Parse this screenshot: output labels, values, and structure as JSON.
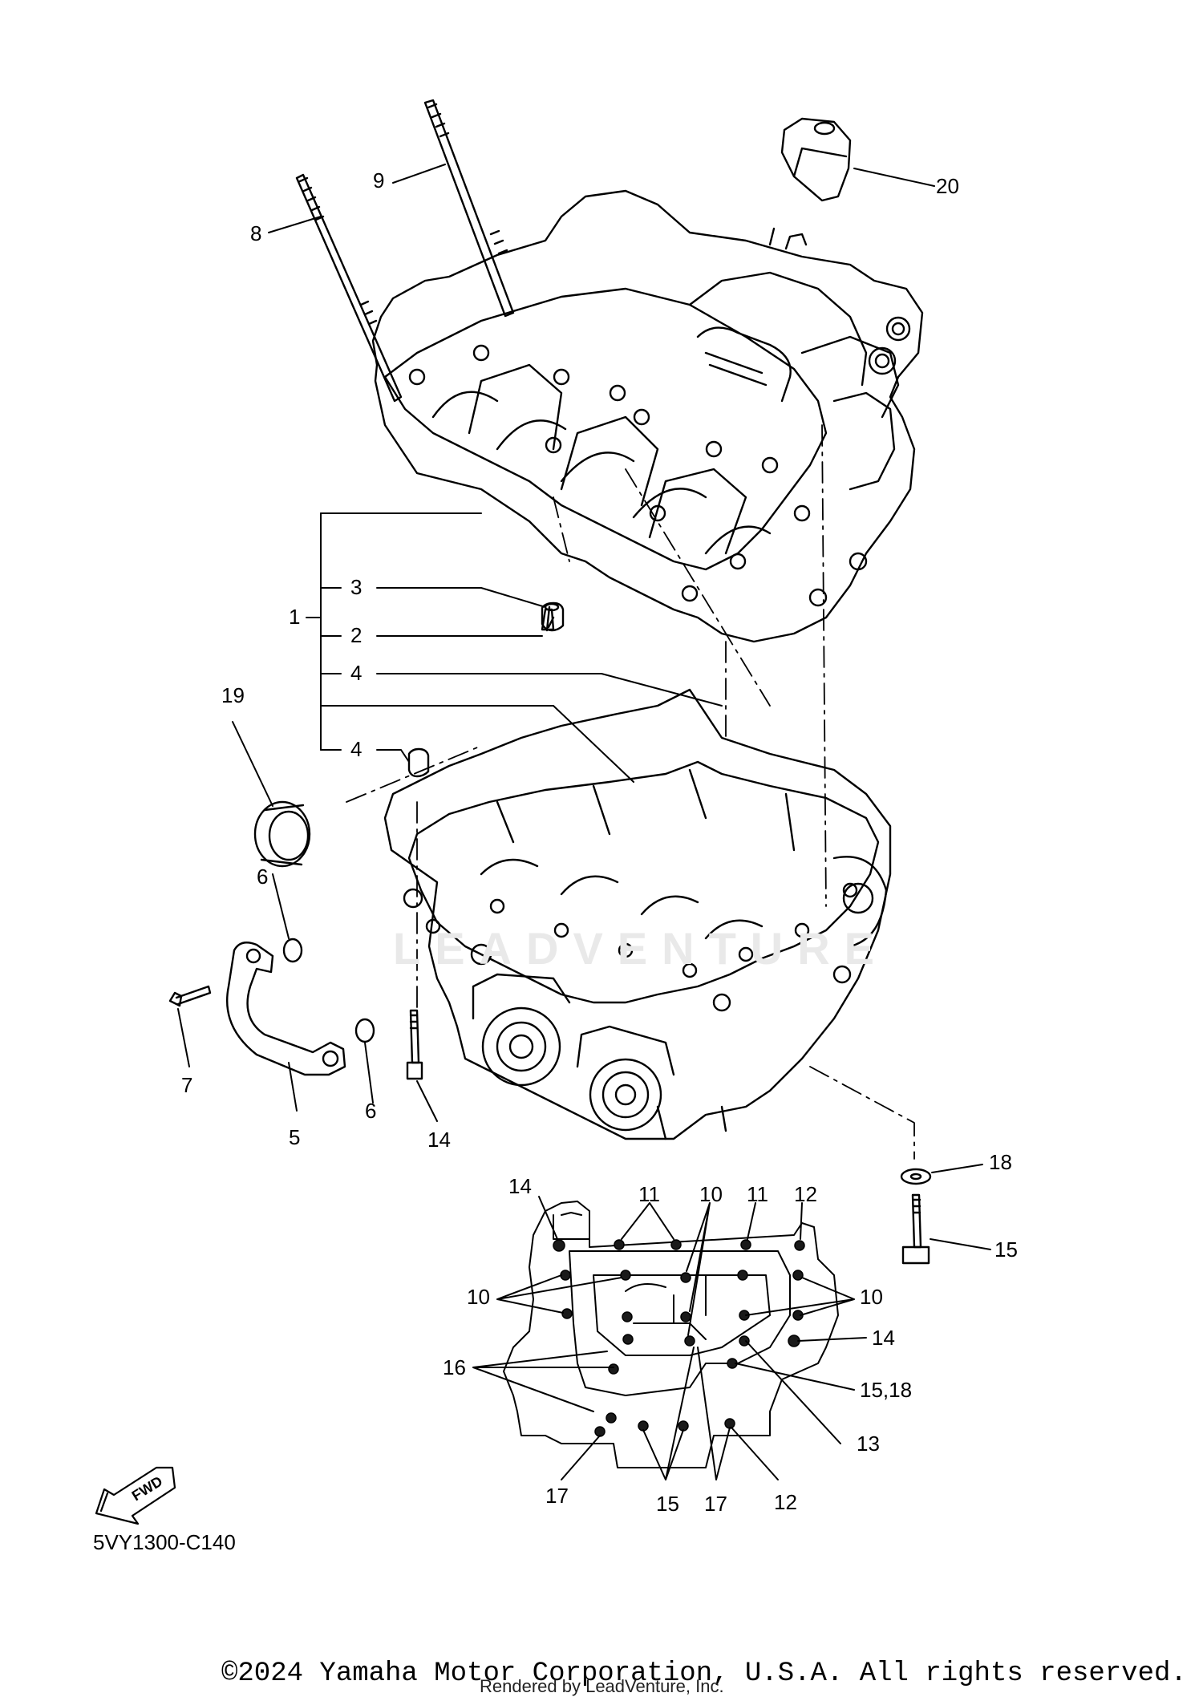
{
  "diagram_code": "5VY1300-C140",
  "copyright": "©2024 Yamaha Motor Corporation, U.S.A. All rights reserved.",
  "rendered_by": "Rendered by LeadVenture, Inc.",
  "watermark": "LEADVENTURE",
  "fwd_label": "FWD",
  "callouts": {
    "c1": "1",
    "c2": "2",
    "c3": "3",
    "c4a": "4",
    "c4b": "4",
    "c5": "5",
    "c6a": "6",
    "c6b": "6",
    "c7": "7",
    "c8": "8",
    "c9": "9",
    "c14a": "14",
    "c15a": "15",
    "c18a": "18",
    "c19": "19",
    "c20": "20"
  },
  "bolt_map": {
    "b14a": "14",
    "b11a": "11",
    "b10a": "10",
    "b11b": "11",
    "b12a": "12",
    "b10b": "10",
    "b10c": "10",
    "b14b": "14",
    "b16": "16",
    "b1518": "15,18",
    "b13": "13",
    "b17a": "17",
    "b15": "15",
    "b17b": "17",
    "b12b": "12"
  }
}
